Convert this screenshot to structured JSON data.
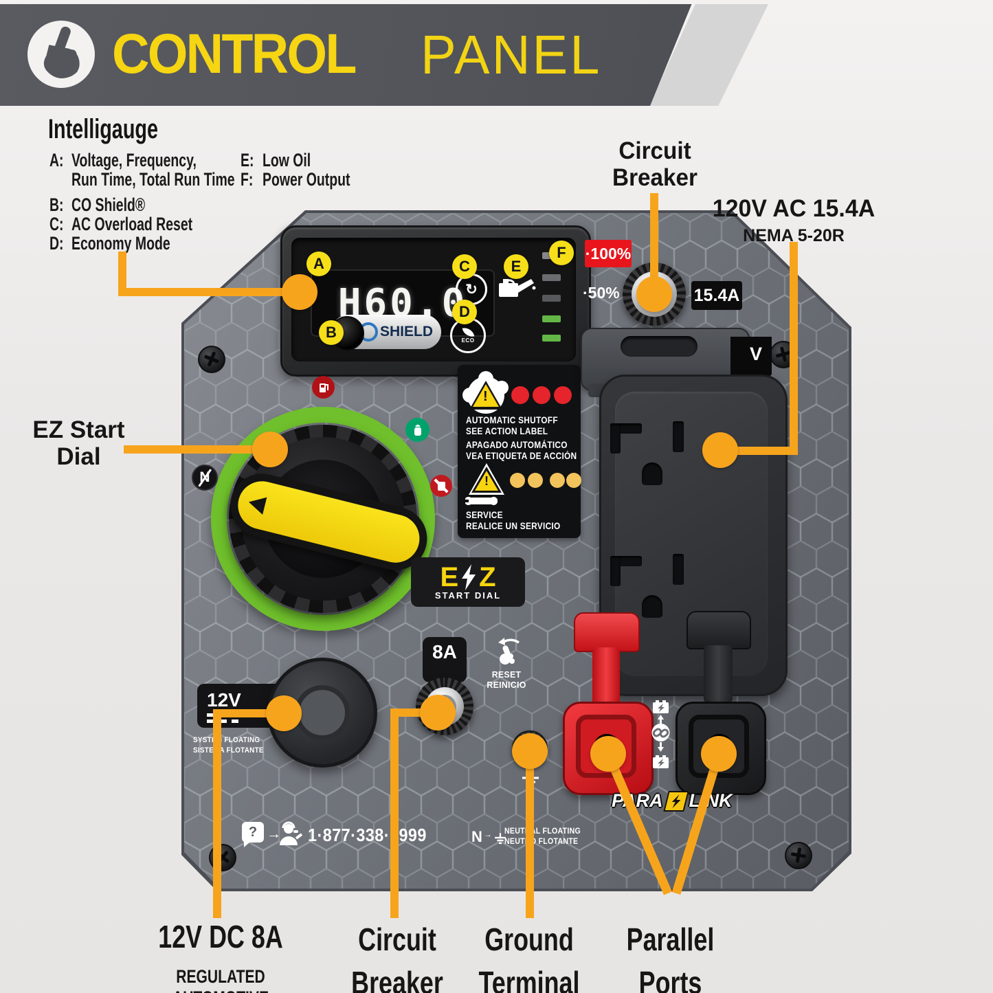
{
  "banner": {
    "word_bold": "CONTROL",
    "word_light": "PANEL",
    "icon": "pointing-hand-icon"
  },
  "legend": {
    "title": "Intelligauge",
    "items": [
      {
        "key": "A:",
        "line1": "Voltage, Frequency,",
        "line2": "Run Time, Total Run Time"
      },
      {
        "key": "B:",
        "line1": "CO Shield®"
      },
      {
        "key": "C:",
        "line1": "AC Overload Reset"
      },
      {
        "key": "D:",
        "line1": "Economy Mode"
      },
      {
        "key": "E:",
        "line1": "Low Oil"
      },
      {
        "key": "F:",
        "line1": "Power Output"
      }
    ]
  },
  "callouts": {
    "breaker_top": {
      "line1": "Circuit",
      "line2": "Breaker"
    },
    "outlet120": {
      "line1": "120V AC 15.4A",
      "line2": "NEMA 5-20R"
    },
    "ez_dial": {
      "line1": "EZ Start",
      "line2": "Dial"
    },
    "dc12": {
      "line1": "12V DC 8A",
      "line2": "REGULATED AUTOMOTIVE"
    },
    "breaker_bottom": {
      "line1": "Circuit",
      "line2": "Breaker"
    },
    "ground": {
      "line1": "Ground",
      "line2": "Terminal"
    },
    "parallel": {
      "line1": "Parallel",
      "line2": "Ports"
    }
  },
  "gauge": {
    "marker_a": "A",
    "marker_b": "B",
    "marker_c": "C",
    "marker_d": "D",
    "marker_e": "E",
    "marker_f": "F",
    "readout": "H60.0",
    "co_c": "C",
    "co_shield": "SHIELD",
    "eco": "ECO"
  },
  "panel": {
    "load_100": "·100%",
    "load_50": "·50%",
    "amps": "15.4A",
    "outlet_badge_visible": "V",
    "warning": {
      "shutoff_en1": "AUTOMATIC SHUTOFF",
      "shutoff_en2": "SEE ACTION LABEL",
      "shutoff_es1": "APAGADO AUTOMÁTICO",
      "shutoff_es2": "VEA ETIQUETA DE ACCIÓN",
      "service_en": "SERVICE",
      "service_es": "REALICE UN SERVICIO"
    },
    "ez_badge": {
      "e": "E",
      "z": "Z",
      "sub": "START DIAL"
    },
    "dial": {
      "neutral_marker": "N"
    },
    "breaker8": {
      "amps": "8A",
      "reset1": "RESET",
      "reset2": "REINICIO"
    },
    "dc_outlet": {
      "volts": "12V",
      "float1": "SYSTEM FLOATING",
      "float2": "SISTEMA FLOTANTE"
    },
    "support": {
      "phone": "1·877·338·0999"
    },
    "neutral": {
      "n": "N",
      "line1": "NEUTRAL FLOATING",
      "line2": "NEUTRO FLOTANTE"
    },
    "paralink": {
      "word1": "PARA",
      "word2": "LINK"
    }
  },
  "icons": {
    "question_mark": "?",
    "arrow_right": "→",
    "rotate_ccw": "↻",
    "warn_mark": "!"
  },
  "colors": {
    "accent_orange": "#F7A41D",
    "brand_yellow": "#F5D712",
    "panel_gray": "#6B6F76",
    "ring_green": "#6FC02C",
    "alert_red": "#E8151D",
    "led_green": "#62B546",
    "banner_gray": "#54565C"
  }
}
